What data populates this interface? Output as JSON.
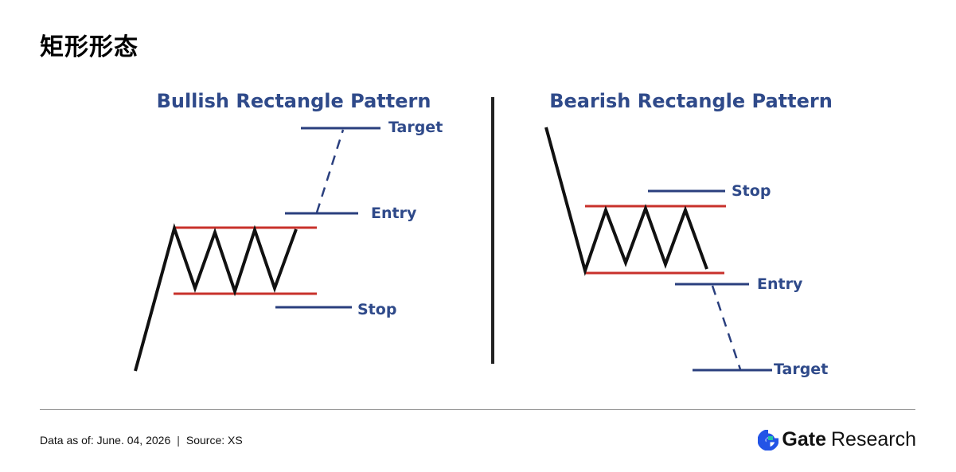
{
  "page": {
    "title": "矩形形态"
  },
  "panels": {
    "bullish": {
      "title": "Bullish Rectangle Pattern",
      "target_label": "Target",
      "entry_label": "Entry",
      "stop_label": "Stop"
    },
    "bearish": {
      "title": "Bearish Rectangle Pattern",
      "stop_label": "Stop",
      "entry_label": "Entry",
      "target_label": "Target"
    }
  },
  "footer": {
    "data_as_of": "Data as of: June. 04, 2026",
    "separator": "|",
    "source": "Source:  XS",
    "brand_name": "Gate",
    "brand_sub": "Research"
  },
  "colors": {
    "title_blue": "#2f4a8a",
    "level_blue": "#2a3f7e",
    "boundary_red": "#c8312b",
    "price_line": "#111111",
    "brand_blue": "#2354e6"
  }
}
